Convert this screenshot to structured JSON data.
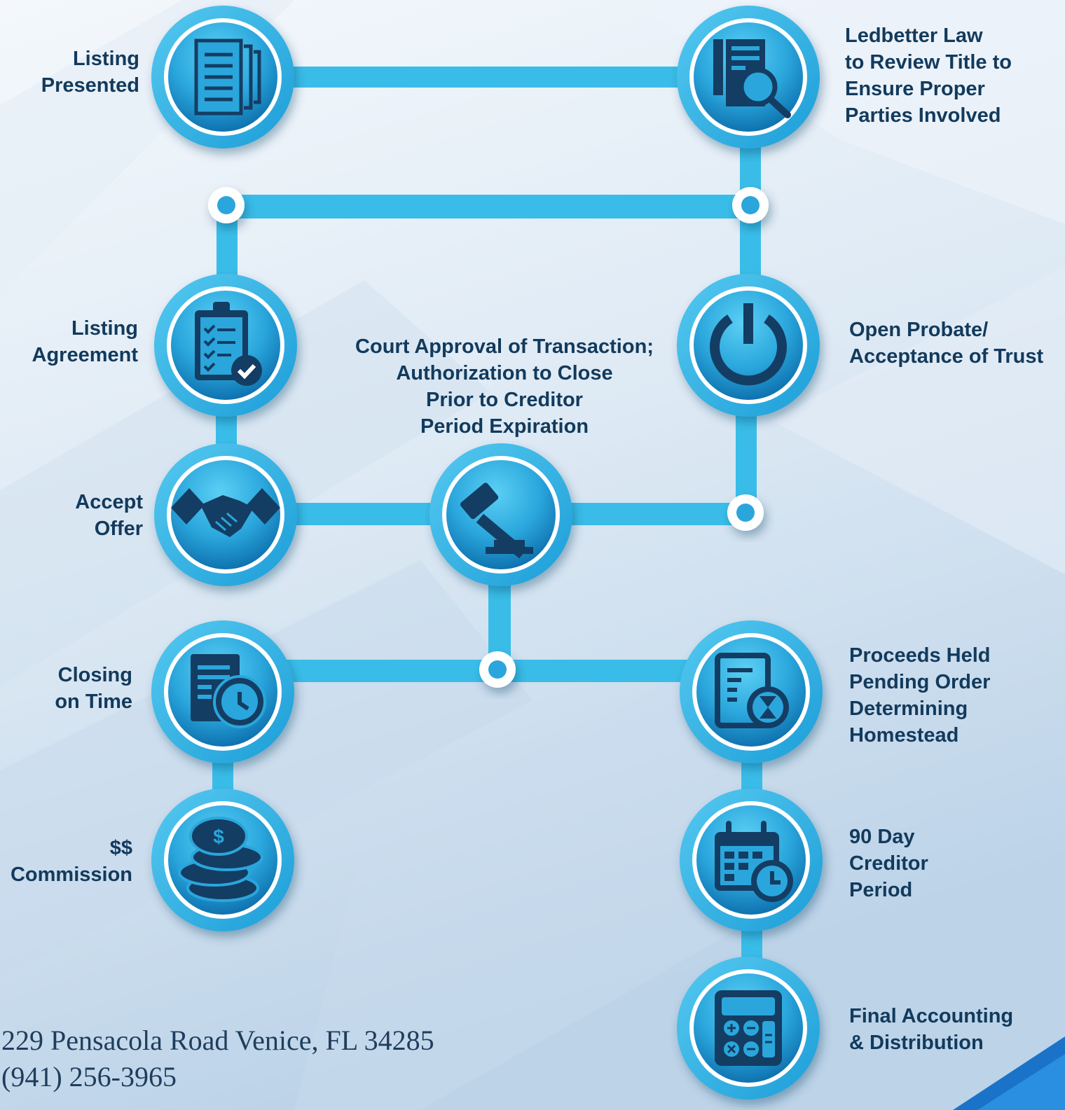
{
  "steps": {
    "listing_presented": {
      "lines": [
        "Listing",
        "Presented"
      ],
      "icon": "document-stack-icon"
    },
    "ledbetter_review": {
      "lines": [
        "Ledbetter Law",
        "to Review Title to",
        "Ensure Proper",
        "Parties Involved"
      ],
      "icon": "document-search-icon"
    },
    "listing_agreement": {
      "lines": [
        "Listing",
        "Agreement"
      ],
      "icon": "clipboard-checklist-icon"
    },
    "open_probate": {
      "lines": [
        "Open Probate/",
        "Acceptance of Trust"
      ],
      "icon": "power-icon"
    },
    "court_approval": {
      "lines": [
        "Court Approval of Transaction;",
        "Authorization to Close",
        "Prior to Creditor",
        "Period Expiration"
      ],
      "icon": "gavel-icon"
    },
    "accept_offer": {
      "lines": [
        "Accept",
        "Offer"
      ],
      "icon": "handshake-icon"
    },
    "closing_on_time": {
      "lines": [
        "Closing",
        "on Time"
      ],
      "icon": "document-clock-icon"
    },
    "proceeds_held": {
      "lines": [
        "Proceeds Held",
        "Pending Order",
        "Determining",
        "Homestead"
      ],
      "icon": "document-hourglass-icon"
    },
    "commission": {
      "lines": [
        "$$",
        "Commission"
      ],
      "icon": "coin-stack-icon"
    },
    "creditor_period": {
      "lines": [
        "90 Day",
        "Creditor",
        "Period"
      ],
      "icon": "calendar-clock-icon"
    },
    "final_accounting": {
      "lines": [
        "Final Accounting",
        "& Distribution"
      ],
      "icon": "calculator-icon"
    }
  },
  "footer": {
    "address": "229 Pensacola Road Venice, FL 34285",
    "phone": "(941) 256-3965"
  },
  "colors": {
    "ring": "#2eb5e3",
    "ring_light": "#4cc6ee",
    "connector": "#39bde8",
    "icon_dark": "#143d63",
    "disc_top": "#48c4ee",
    "disc_bottom": "#0d7ab8",
    "text": "#123a5c"
  }
}
